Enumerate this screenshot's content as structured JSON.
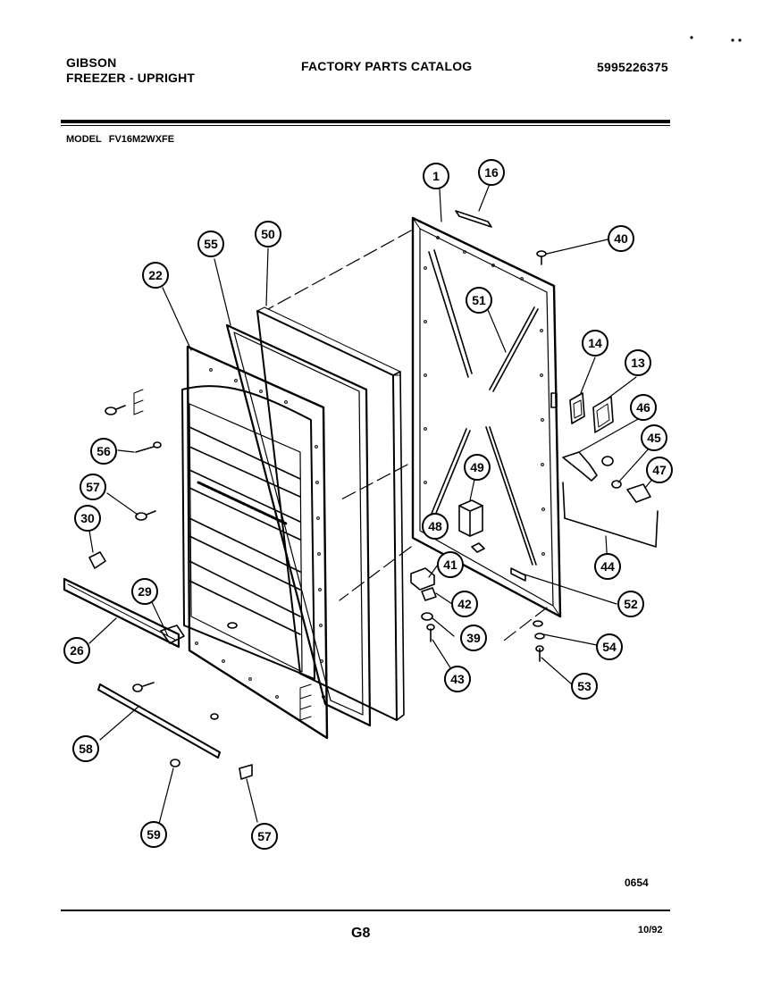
{
  "header": {
    "brand": "GIBSON",
    "product": "FREEZER - UPRIGHT",
    "catalog_title": "FACTORY PARTS CATALOG",
    "catalog_number": "5995226375"
  },
  "model": {
    "label": "MODEL",
    "value": "FV16M2WXFE"
  },
  "callouts": [
    "1",
    "16",
    "40",
    "50",
    "55",
    "22",
    "51",
    "14",
    "13",
    "46",
    "45",
    "47",
    "49",
    "48",
    "44",
    "41",
    "42",
    "39",
    "43",
    "52",
    "54",
    "53",
    "56",
    "57",
    "30",
    "29",
    "26",
    "58",
    "59",
    "57"
  ],
  "footer": {
    "illustration_number": "0654",
    "page_code": "G8",
    "date": "10/92"
  }
}
